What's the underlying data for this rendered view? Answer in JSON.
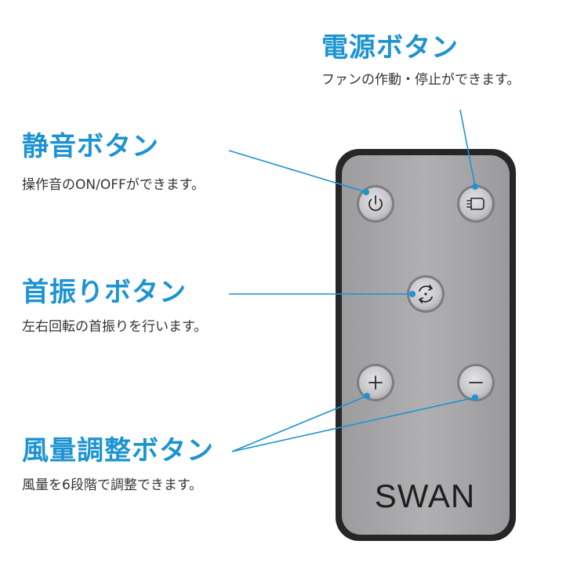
{
  "annotations": {
    "power": {
      "title": "電源ボタン",
      "description": "ファンの作動・停止ができます。",
      "icon": "power-plug-icon"
    },
    "mute": {
      "title": "静音ボタン",
      "description": "操作音のON/OFFができます。",
      "icon": "power-symbol-icon"
    },
    "swing": {
      "title": "首振りボタン",
      "description": "左右回転の首振りを行います。",
      "icon": "rotate-icon"
    },
    "wind": {
      "title": "風量調整ボタン",
      "description": "風量を6段階で調整できます。",
      "icons": [
        "plus-icon",
        "minus-icon"
      ]
    }
  },
  "remote": {
    "brand": "SWAN",
    "body_color": "#a9a9ab",
    "frame_color": "#2b2b2b",
    "button_color": "#c9c9cc"
  },
  "colors": {
    "accent": "#1c93d2",
    "text": "#333333"
  }
}
